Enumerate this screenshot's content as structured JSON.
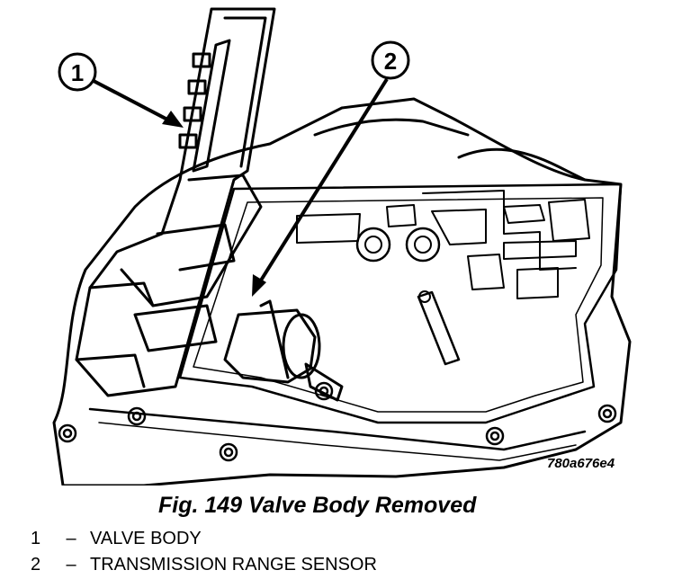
{
  "callouts": [
    {
      "number": "1"
    },
    {
      "number": "2"
    }
  ],
  "figure_id": "780a676e4",
  "caption": "Fig. 149 Valve Body Removed",
  "legend": [
    {
      "number": "1",
      "dash": "–",
      "label": "VALVE BODY"
    },
    {
      "number": "2",
      "dash": "–",
      "label": "TRANSMISSION RANGE SENSOR"
    }
  ]
}
